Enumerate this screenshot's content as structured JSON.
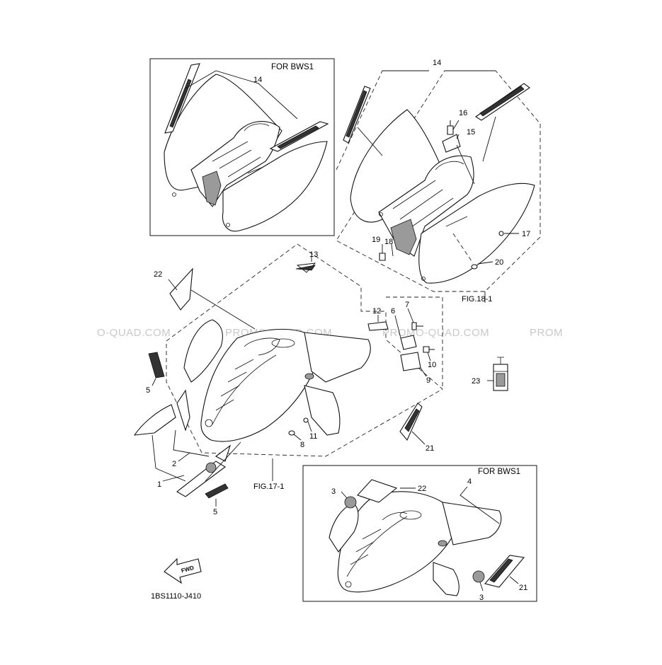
{
  "inset_headers": {
    "top_left": "FOR BWS1",
    "bottom_right": "FOR BWS1"
  },
  "watermarks": [
    "O-QUAD.COM",
    "PROMO-QUAD.COM",
    "PROMO-QUAD.COM",
    "PROM"
  ],
  "callouts": {
    "c1": "1",
    "c2": "2",
    "c3a": "3",
    "c3b": "3",
    "c4": "4",
    "c5a": "5",
    "c5b": "5",
    "c6": "6",
    "c7": "7",
    "c8": "8",
    "c9": "9",
    "c10": "10",
    "c11": "11",
    "c12": "12",
    "c13": "13",
    "c14a": "14",
    "c14b": "14",
    "c15": "15",
    "c16": "16",
    "c17": "17",
    "c18": "18",
    "c19": "19",
    "c20": "20",
    "c21a": "21",
    "c21b": "21",
    "c22a": "22",
    "c22b": "22",
    "c23": "23"
  },
  "fig_refs": {
    "rear": "FIG.18-1",
    "front": "FIG.17-1"
  },
  "fwd_arrow": "FWD",
  "drawing_code": "1BS1110-J410"
}
